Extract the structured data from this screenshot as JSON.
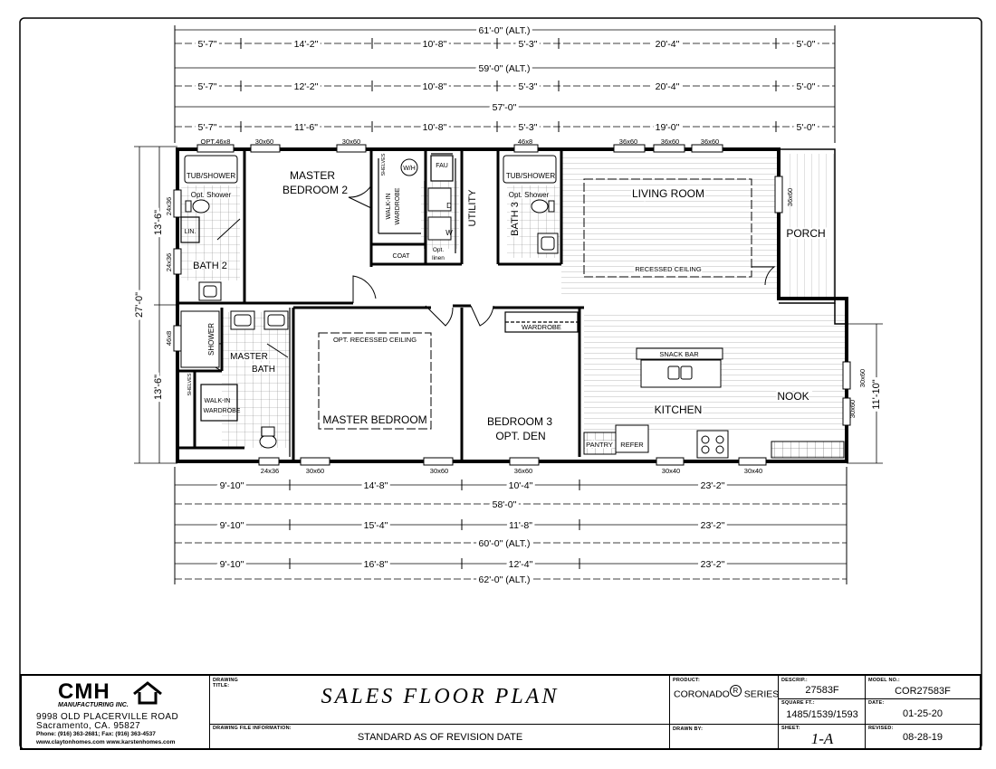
{
  "dims_top": {
    "row1_total": "61'-0\" (ALT.)",
    "row1": [
      "5'-7\"",
      "14'-2\"",
      "10'-8\"",
      "5'-3\"",
      "20'-4\"",
      "5'-0\""
    ],
    "row2_total": "59'-0\" (ALT.)",
    "row2": [
      "5'-7\"",
      "12'-2\"",
      "10'-8\"",
      "5'-3\"",
      "20'-4\"",
      "5'-0\""
    ],
    "row3_total": "57'-0\"",
    "row3": [
      "5'-7\"",
      "11'-6\"",
      "10'-8\"",
      "5'-3\"",
      "19'-0\"",
      "5'-0\""
    ]
  },
  "dims_bottom": {
    "row1": [
      "9'-10\"",
      "14'-8\"",
      "10'-4\"",
      "23'-2\""
    ],
    "row1_total": "58'-0\"",
    "row2": [
      "9'-10\"",
      "15'-4\"",
      "11'-8\"",
      "23'-2\""
    ],
    "row2_total": "60'-0\" (ALT.)",
    "row3": [
      "9'-10\"",
      "16'-8\"",
      "12'-4\"",
      "23'-2\""
    ],
    "row3_total": "62'-0\" (ALT.)"
  },
  "dims_left": {
    "upper": "13'-6\"",
    "total": "27'-0\"",
    "lower": "13'-6\""
  },
  "dims_right": {
    "kitchen": "11'-10\""
  },
  "windows_top": [
    "OPT.46x8",
    "30x60",
    "30x60",
    "46x8",
    "36x60",
    "36x60",
    "36x60"
  ],
  "windows_bottom": [
    "24x36",
    "30x60",
    "30x60",
    "36x60",
    "30x40",
    "30x40"
  ],
  "windows_side": [
    "24x36",
    "24x36",
    "46x8",
    "36x60",
    "30x60",
    "30x60"
  ],
  "rooms": {
    "tub_shower_1": "TUB/SHOWER",
    "opt_shower_1": "Opt. Shower",
    "lin": "LIN.",
    "bath2": "BATH 2",
    "master_bed2_a": "MASTER",
    "master_bed2_b": "BEDROOM 2",
    "walkin_a": "WALK-IN",
    "walkin_b": "WARDROBE",
    "shelves": "SHELVES",
    "wh": "W/H",
    "fau": "FAU",
    "coat": "COAT",
    "utility": "UTILITY",
    "d": "D",
    "w": "W",
    "opt_linen_a": "Opt.",
    "opt_linen_b": "linen",
    "tub_shower_3": "TUB/SHOWER",
    "opt_shower_3": "Opt. Shower",
    "bath3": "BATH 3",
    "living": "LIVING ROOM",
    "recessed": "RECESSED CEILING",
    "porch": "PORCH",
    "shower": "SHOWER",
    "master_bath_a": "MASTER",
    "master_bath_b": "BATH",
    "shelves2": "SHELVES",
    "walkin2_a": "WALK-IN",
    "walkin2_b": "WARDROBE",
    "opt_recessed": "OPT. RECESSED CEILING",
    "master_bed": "MASTER BEDROOM",
    "bed3_a": "BEDROOM 3",
    "bed3_b": "OPT. DEN",
    "wardrobe": "WARDROBE",
    "snack_bar": "SNACK BAR",
    "nook": "NOOK",
    "kitchen": "KITCHEN",
    "pantry": "PANTRY",
    "refer": "REFER"
  },
  "title_block": {
    "company": "CMH",
    "company_sub": "MANUFACTURING INC.",
    "address1": "9998 OLD PLACERVILLE ROAD",
    "address2": "Sacramento, CA. 95827",
    "phone": "Phone: (916) 363-2681; Fax: (916) 363-4537",
    "web": "www.claytonhomes.com  www.karstenhomes.com",
    "drawing_title_label": "DRAWING TITLE:",
    "drawing_title": "SALES FLOOR PLAN",
    "file_info_label": "DRAWING FILE INFORMATION:",
    "file_info": "STANDARD AS OF REVISION DATE",
    "product_label": "PRODUCT:",
    "product": "CORONADO",
    "product_mark": "R",
    "product_series": "SERIES",
    "drawn_by_label": "DRAWN BY:",
    "descrip_label": "DESCRIP.:",
    "descrip": "27583F",
    "sqft_label": "SQUARE FT.:",
    "sqft": "1485/1539/1593",
    "sheet_label": "SHEET:",
    "sheet": "1-A",
    "model_label": "MODEL NO.:",
    "model": "COR27583F",
    "date_label": "DATE:",
    "date": "01-25-20",
    "revised_label": "REVISED:",
    "revised": "08-28-19"
  }
}
